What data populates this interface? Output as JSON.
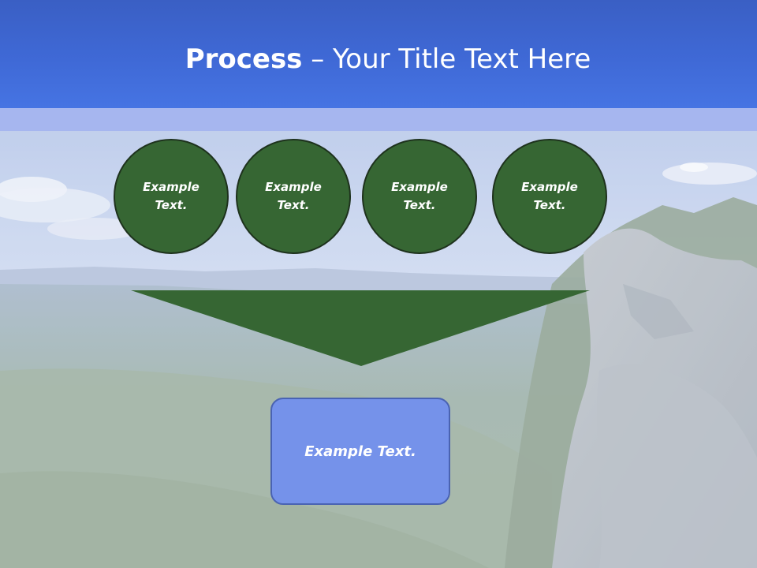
{
  "slide": {
    "title_bold": "Process",
    "title_rest": " – Your Title Text Here"
  },
  "circles": [
    {
      "label": "Example Text."
    },
    {
      "label": "Example Text."
    },
    {
      "label": "Example Text."
    },
    {
      "label": "Example Text."
    }
  ],
  "result_box": {
    "label": "Example Text."
  },
  "colors": {
    "header_blue": "#4674e3",
    "header_band": "#a6b6ef",
    "circle_green": "#366633",
    "funnel_green": "#366633",
    "result_blue": "#7592ea"
  }
}
